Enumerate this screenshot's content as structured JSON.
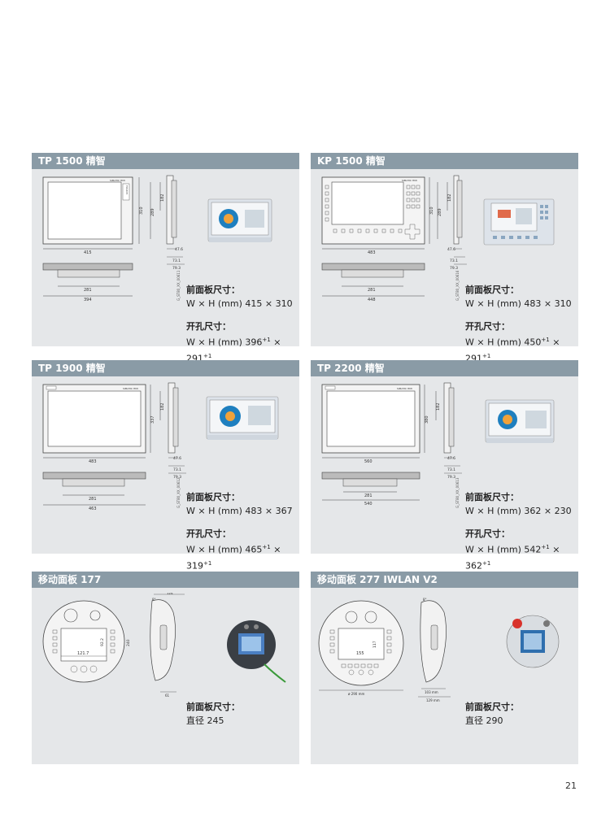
{
  "page_number": "21",
  "spec_labels": {
    "front": "前面板尺寸：",
    "cutout": "开孔尺寸："
  },
  "panels": [
    {
      "title": "TP 1500 精智",
      "brand_label": "SIMATIC HMI",
      "side_label": "TOUCH",
      "front_size": "W × H (mm)  415 × 310",
      "cutout_prefix": "W × H (mm)  396",
      "cutout_mid": " × 291",
      "sup1": "+1",
      "sup2": "+1",
      "code": "G_ST80_XX_00611",
      "dims": {
        "width": "415",
        "height": "310",
        "inner": "289",
        "mid": "182",
        "d1": "47.6",
        "d2": "73.1",
        "d3": "79.3",
        "b1": "281",
        "b2": "394"
      }
    },
    {
      "title": "KP 1500 精智",
      "brand_label": "SIMATIC HMI",
      "side_label": "",
      "front_size": "W × H (mm)  483 × 310",
      "cutout_prefix": "W × H (mm)  450",
      "cutout_mid": " × 291",
      "sup1": "+1",
      "sup2": "+1",
      "code": "G_ST80_XX_00616",
      "dims": {
        "width": "483",
        "height": "310",
        "inner": "289",
        "mid": "182",
        "d1": "47.6",
        "d2": "73.1",
        "d3": "79.3",
        "b1": "281",
        "b2": "448"
      }
    },
    {
      "title": "TP 1900 精智",
      "brand_label": "SIMATIC HMI",
      "side_label": "",
      "front_size": "W × H (mm)  483 × 367",
      "cutout_prefix": "W × H (mm)  465",
      "cutout_mid": " × 319",
      "sup1": "+1",
      "sup2": "+1",
      "code": "G_ST80_XX_00612",
      "dims": {
        "width": "483",
        "height": "337",
        "inner": "",
        "mid": "182",
        "d1": "47.6",
        "d2": "73.1",
        "d3": "79.3",
        "b1": "281",
        "b2": "463"
      }
    },
    {
      "title": "TP 2200 精智",
      "brand_label": "SIMATIC HMI",
      "side_label": "",
      "front_size": "W × H (mm)  362 × 230",
      "cutout_prefix": "W × H  (mm)  542",
      "cutout_mid": " × 362",
      "sup1": "+1",
      "sup2": "+1",
      "code": "G_ST80_XX_00613",
      "dims": {
        "width": "560",
        "height": "380",
        "inner": "",
        "mid": "182",
        "d1": "47.6",
        "d2": "73.1",
        "d3": "79.3",
        "b1": "281",
        "b2": "540"
      }
    },
    {
      "title": "移动面板 177",
      "front_size": "直径 245",
      "dims": {
        "width": "121.7",
        "height": "92.2",
        "side_top": "124",
        "angle": "8°",
        "side_h": "240",
        "side_b": "61"
      }
    },
    {
      "title": "移动面板 277 IWLAN V2",
      "front_size": "直径 290",
      "dims": {
        "dia": "ø 290 mm",
        "w": "155",
        "h": "117",
        "side1": "103 mm",
        "side2": "129 mm",
        "angle": "8°"
      }
    }
  ]
}
